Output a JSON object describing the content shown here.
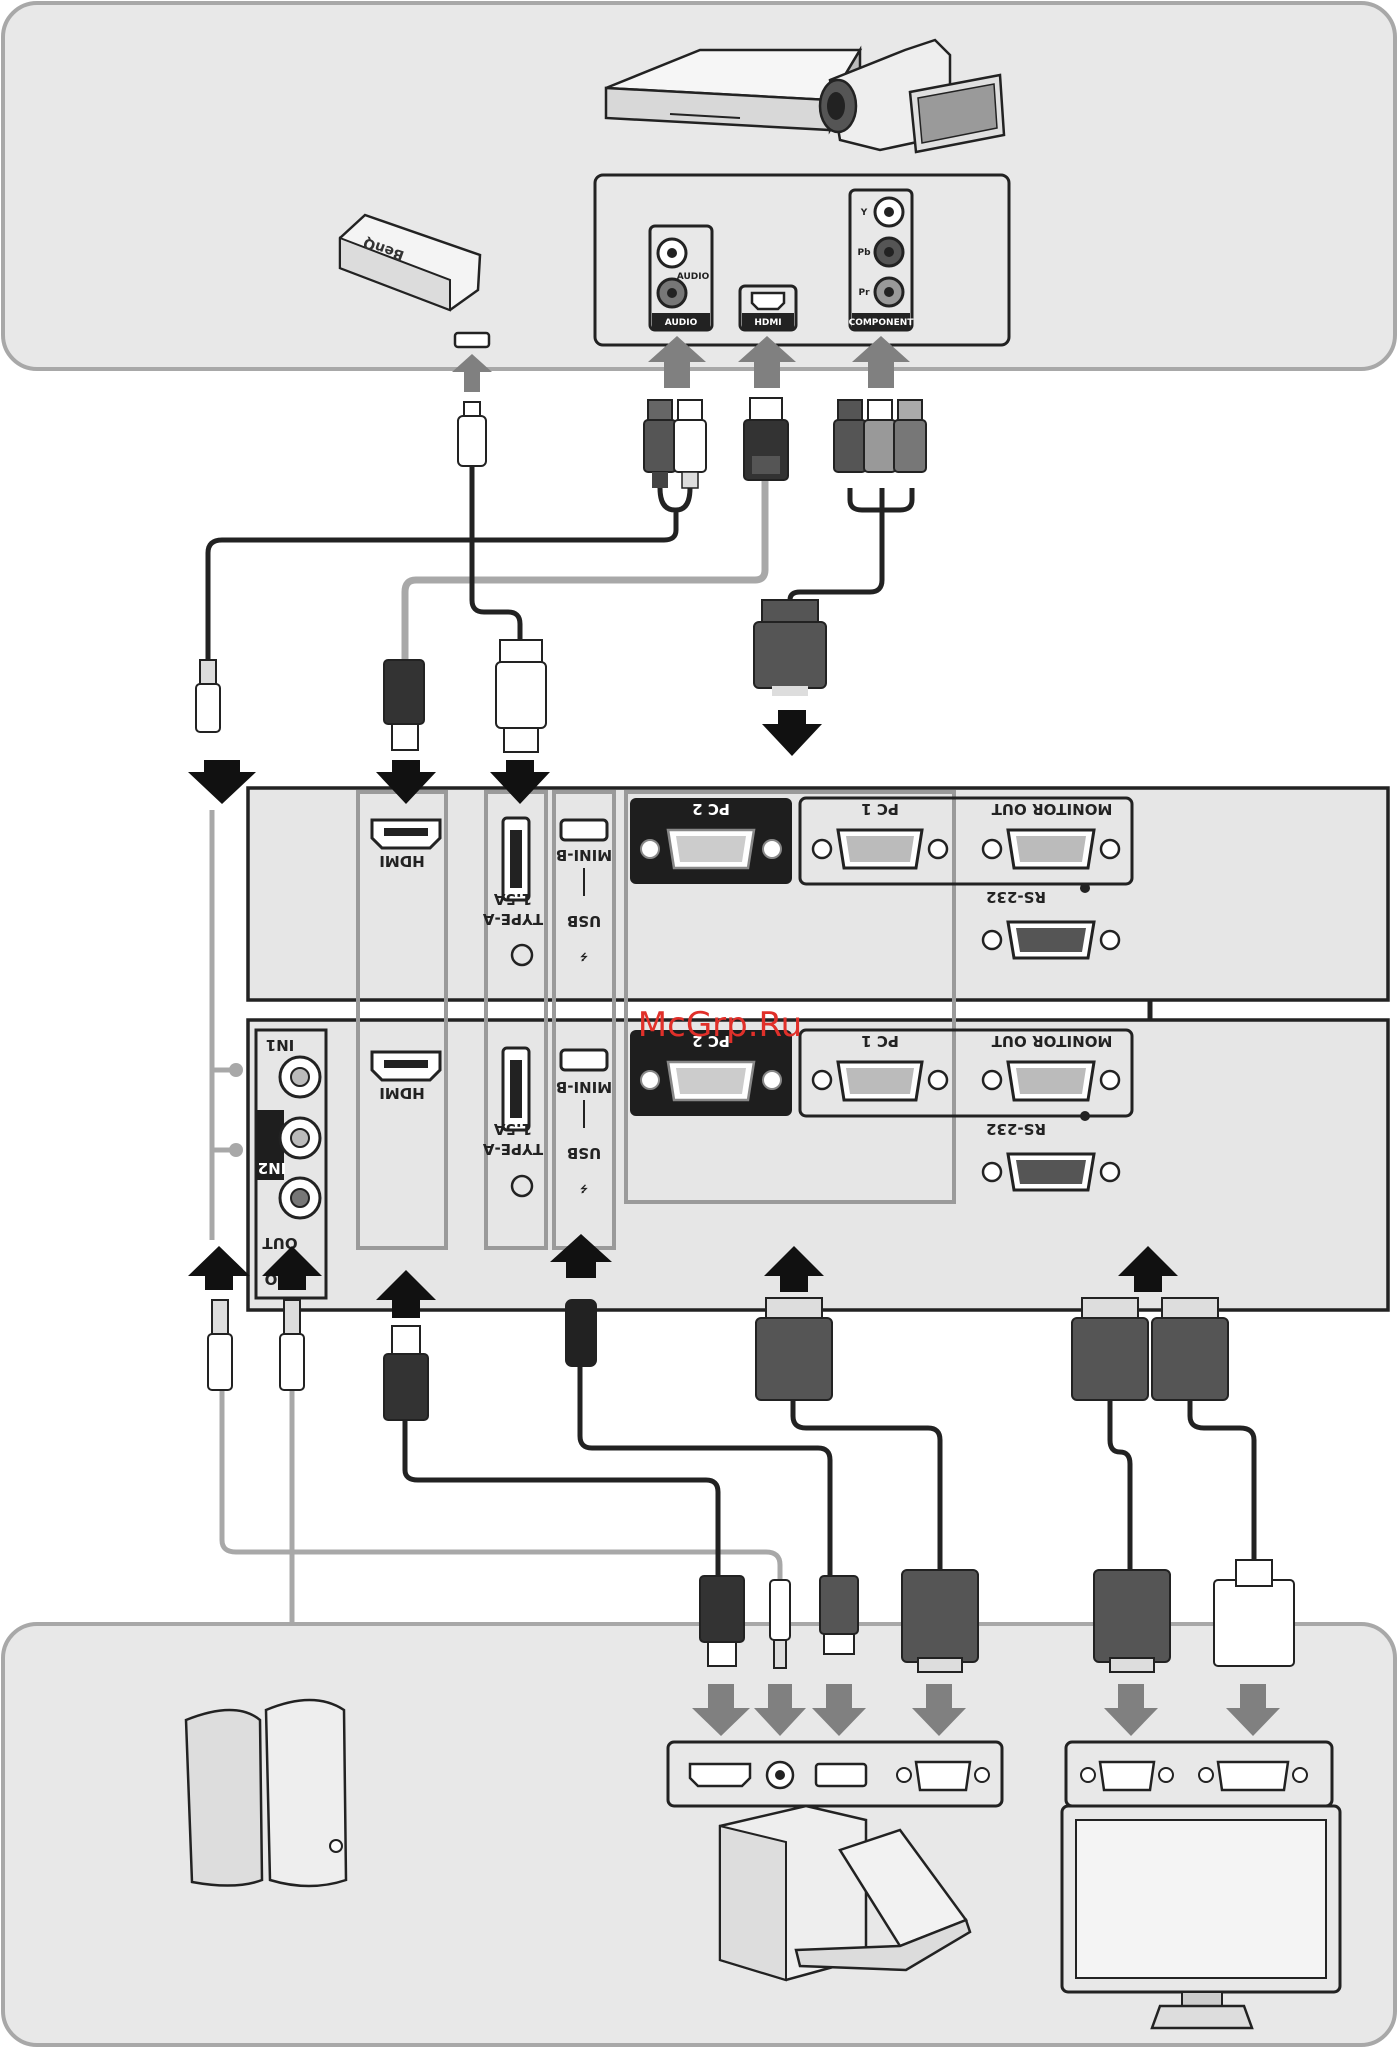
{
  "watermark": "McGrp.Ru",
  "colors": {
    "zone_bg": "#e8e8e8",
    "panel_bg": "#e6e6e6",
    "dark_cable": "#222222",
    "grey_cable": "#a8a8a8",
    "highlight_grey": "#9a9a9a",
    "watermark_red": "#e0302a"
  },
  "top_devices": {
    "source_jacks": {
      "audio": "AUDIO",
      "audio_small": "AUDIO",
      "hdmi": "HDMI",
      "component": "COMPONENT",
      "y": "Y",
      "pb": "Pb",
      "pr": "Pr"
    },
    "dongle_brand": "BenQ"
  },
  "projector_upper": {
    "hdmi": "HDMI",
    "usb_type_a": "TYPE-A",
    "usb_current": "1.5A",
    "usb": "USB",
    "mini_b": "MINI-B",
    "pc2": "PC 2",
    "pc1": "PC 1",
    "monitor_out": "MONITOR OUT",
    "rs232": "RS-232"
  },
  "projector_lower": {
    "in1": "IN1",
    "in2": "IN2",
    "out": "OUT",
    "audio_part": "DIO",
    "hdmi": "HDMI",
    "usb_type_a": "TYPE-A",
    "usb_current": "1.5A",
    "usb": "USB",
    "mini_b": "MINI-B",
    "pc2": "PC 2",
    "pc1": "PC 1",
    "monitor_out": "MONITOR OUT",
    "rs232": "RS-232"
  }
}
